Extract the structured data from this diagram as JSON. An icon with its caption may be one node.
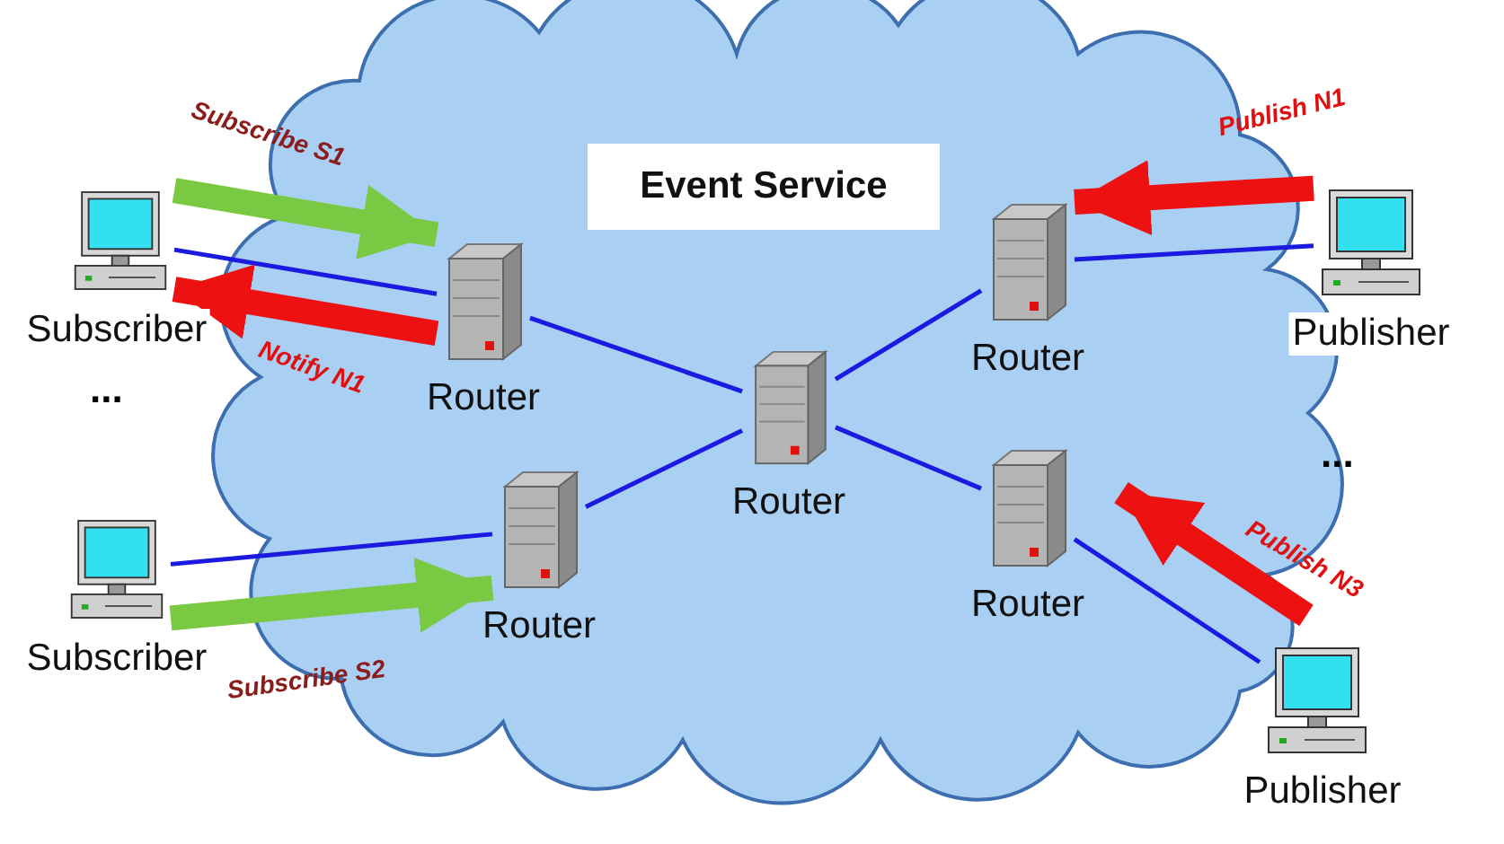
{
  "diagram": {
    "nodes": [
      {
        "text": [
          "Event Service"
        ]
      },
      {
        "text": [
          "Subscriber"
        ]
      },
      {
        "text": [
          "Router"
        ],
        "in": 0
      },
      {
        "text": [
          "Router"
        ],
        "in": 0
      },
      {
        "text": [
          "Router"
        ],
        "in": 0
      },
      {
        "text": [
          "Publisher"
        ]
      },
      {
        "text": [
          "Router"
        ],
        "in": 0
      },
      {
        "text": [
          "Subscriber"
        ]
      },
      {
        "text": [
          "Router"
        ],
        "in": 0
      },
      {
        "text": [
          "Publisher"
        ]
      }
    ],
    "edges": [
      {
        "from": 1,
        "to": 2,
        "arrow": "none"
      },
      {
        "from": 2,
        "to": 3,
        "arrow": "none"
      },
      {
        "from": 3,
        "to": 4,
        "arrow": "none"
      },
      {
        "from": 4,
        "to": 5,
        "arrow": "none"
      },
      {
        "from": 7,
        "to": 6,
        "arrow": "none"
      },
      {
        "from": 6,
        "to": 3,
        "arrow": "none"
      },
      {
        "from": 3,
        "to": 8,
        "arrow": "none"
      },
      {
        "from": 8,
        "to": 9,
        "arrow": "none"
      },
      {
        "from": 1,
        "to": 2,
        "arrow": "to",
        "label": "Subscribe S1",
        "style": "thick",
        "color": "#7ac943"
      },
      {
        "from": 2,
        "to": 1,
        "arrow": "to",
        "label": "Notify N1",
        "style": "thick",
        "color": "#ee1111"
      },
      {
        "from": 5,
        "to": 4,
        "arrow": "to",
        "label": "Publish N1",
        "style": "thick",
        "color": "#ee1111"
      },
      {
        "from": 7,
        "to": 6,
        "arrow": "to",
        "label": "Subscribe S2",
        "style": "thick",
        "color": "#7ac943"
      },
      {
        "from": 9,
        "to": 8,
        "arrow": "to",
        "label": "Publish N3",
        "style": "thick",
        "color": "#ee1111"
      }
    ],
    "labels": [
      "...",
      "..."
    ]
  }
}
